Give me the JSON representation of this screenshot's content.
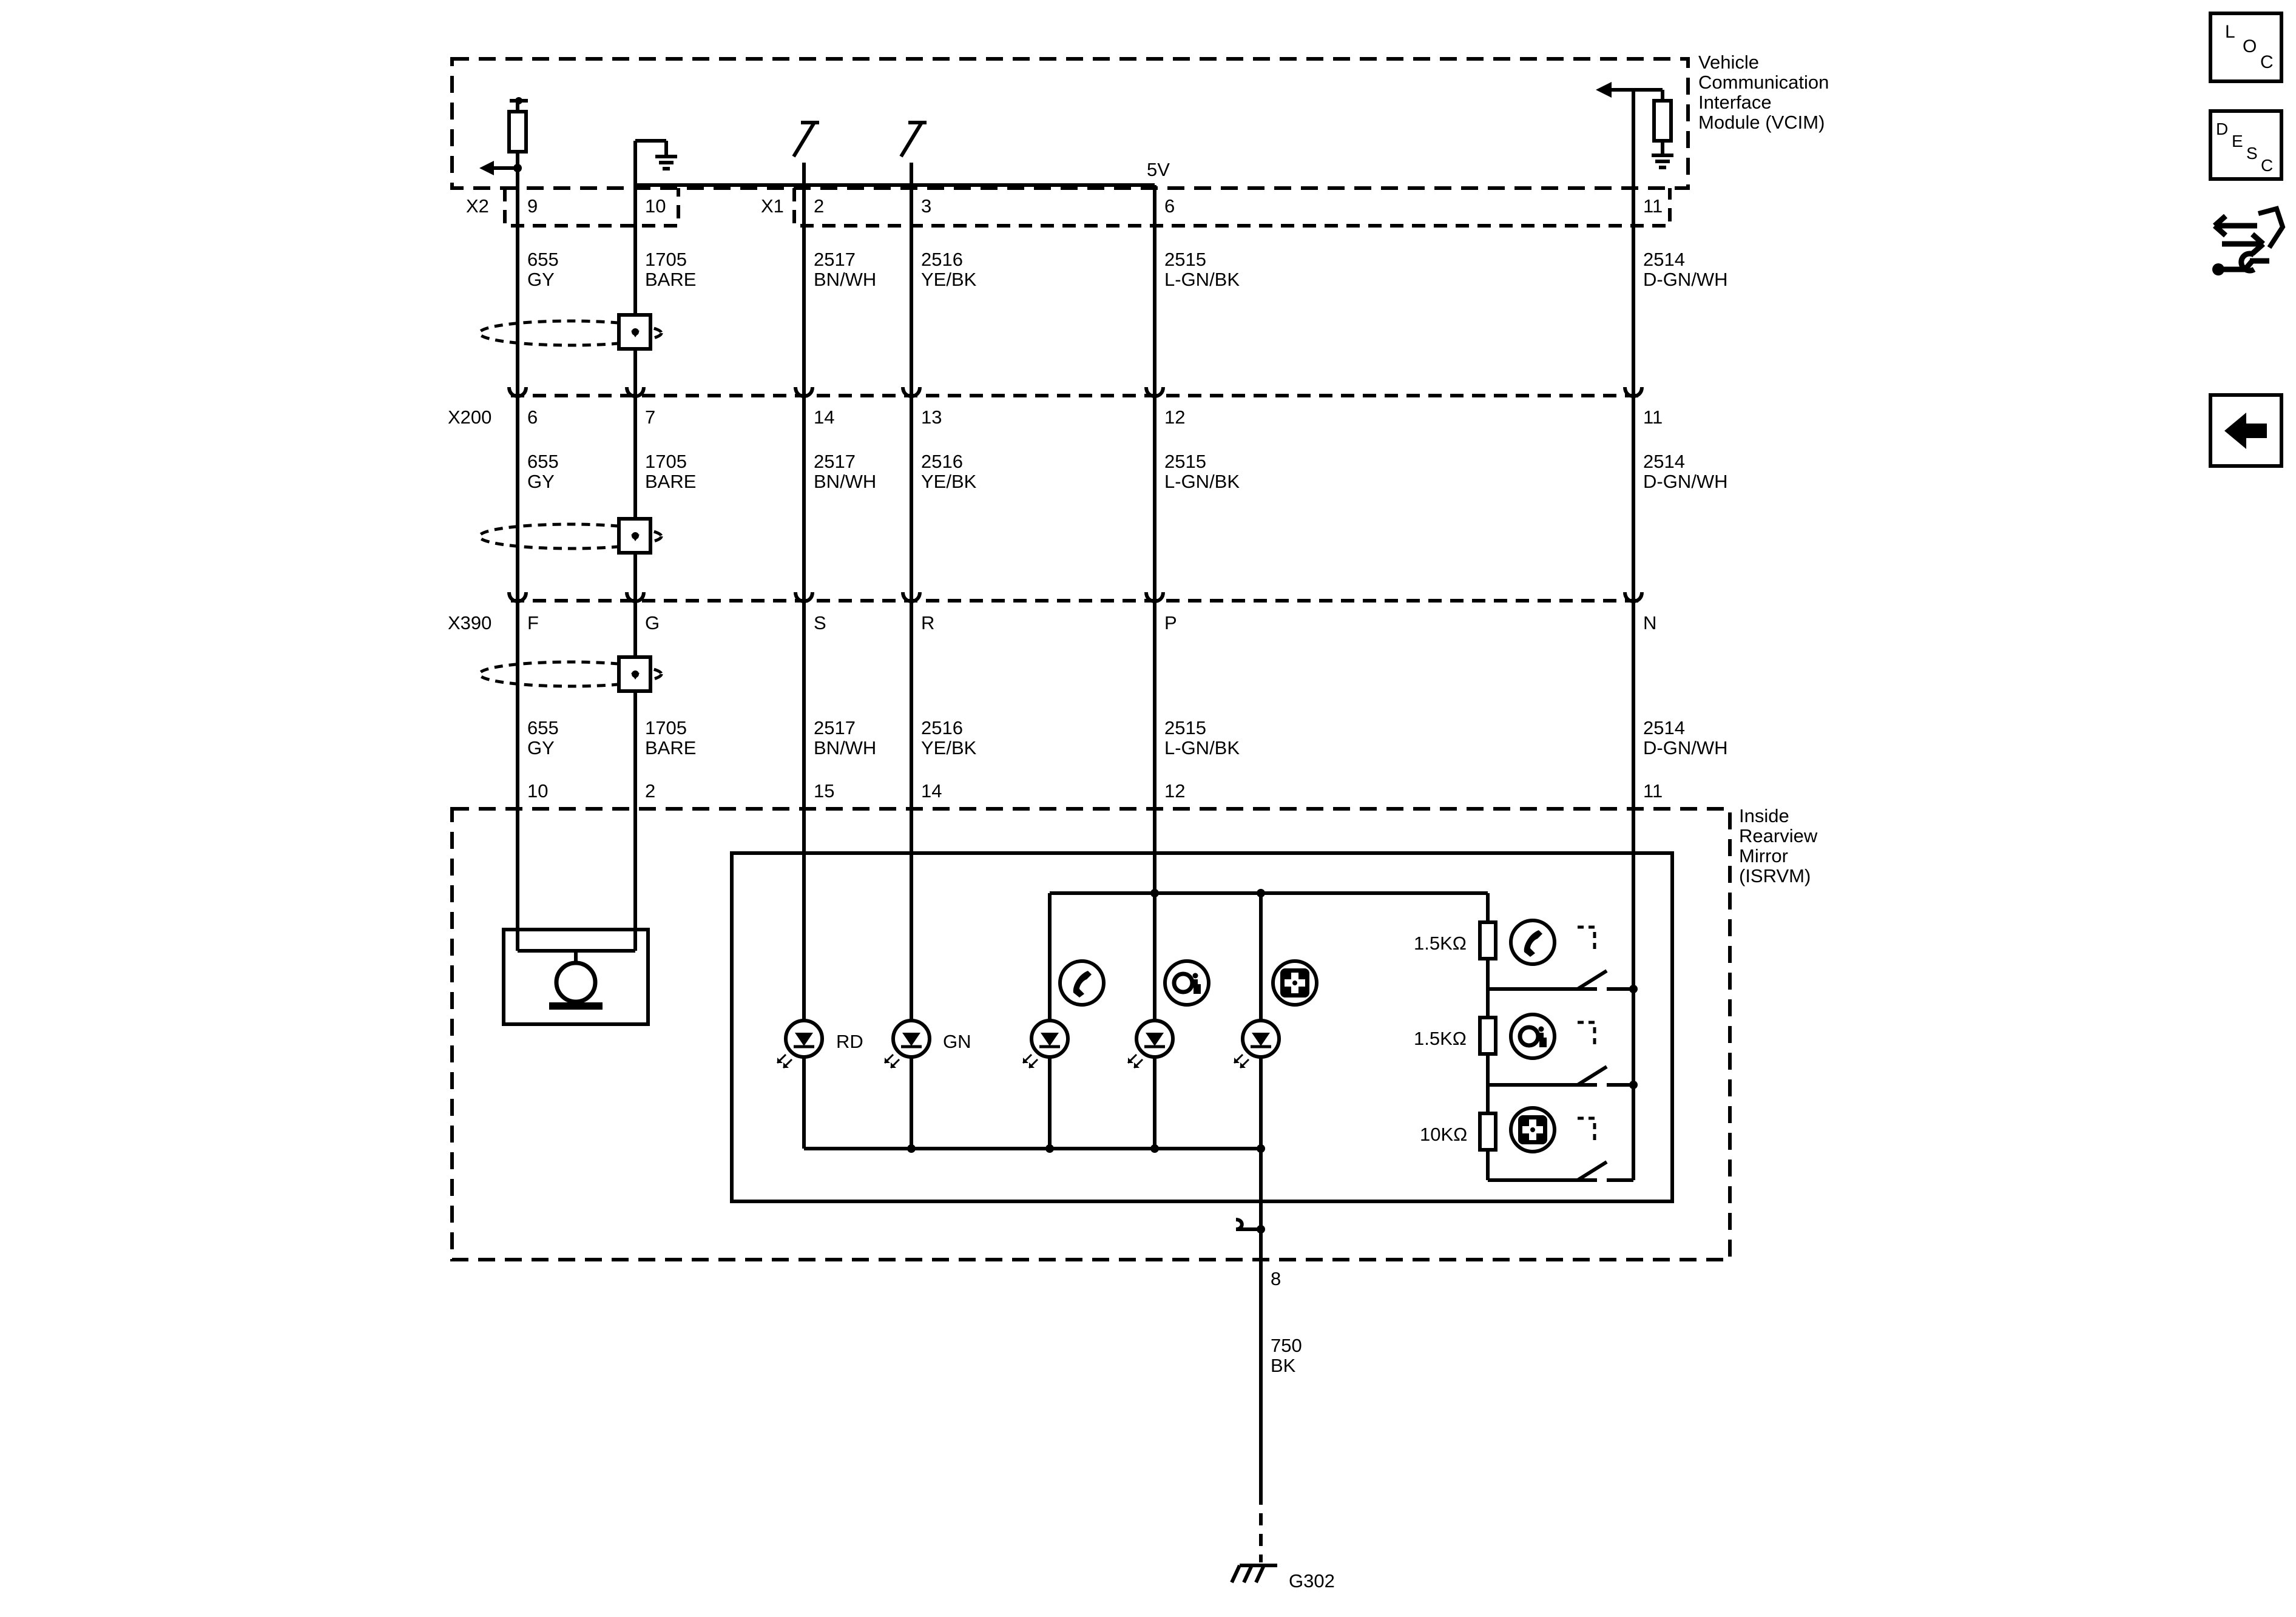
{
  "vcim": {
    "name_lines": [
      "Vehicle",
      "Communication",
      "Interface",
      "Module (VCIM)"
    ],
    "connector_x2": "X2",
    "connector_x1": "X1",
    "voltage": "5V"
  },
  "isrvm": {
    "name_lines": [
      "Inside",
      "Rearview",
      "Mirror",
      "(ISRVM)"
    ],
    "led_red": "RD",
    "led_green": "GN",
    "resistor_1": "1.5KΩ",
    "resistor_2": "1.5KΩ",
    "resistor_3": "10KΩ"
  },
  "connectors": {
    "x200": "X200",
    "x390": "X390"
  },
  "circuits": [
    {
      "id": "c655",
      "circuit": "655",
      "color": "GY",
      "vcim_pin": "9",
      "x200_pin": "6",
      "x390_pin": "F",
      "mirror_pin": "10"
    },
    {
      "id": "c1705",
      "circuit": "1705",
      "color": "BARE",
      "vcim_pin": "10",
      "x200_pin": "7",
      "x390_pin": "G",
      "mirror_pin": "2"
    },
    {
      "id": "c2517",
      "circuit": "2517",
      "color": "BN/WH",
      "vcim_pin": "2",
      "x200_pin": "14",
      "x390_pin": "S",
      "mirror_pin": "15"
    },
    {
      "id": "c2516",
      "circuit": "2516",
      "color": "YE/BK",
      "vcim_pin": "3",
      "x200_pin": "13",
      "x390_pin": "R",
      "mirror_pin": "14"
    },
    {
      "id": "c2515",
      "circuit": "2515",
      "color": "L-GN/BK",
      "vcim_pin": "6",
      "x200_pin": "12",
      "x390_pin": "P",
      "mirror_pin": "12"
    },
    {
      "id": "c2514",
      "circuit": "2514",
      "color": "D-GN/WH",
      "vcim_pin": "11",
      "x200_pin": "11",
      "x390_pin": "N",
      "mirror_pin": "11"
    }
  ],
  "ground": {
    "pin": "8",
    "circuit": "750",
    "color": "BK",
    "label": "G302"
  },
  "nav": {
    "loc": [
      "L",
      "O",
      "C"
    ],
    "desc": [
      "D",
      "E",
      "S",
      "C"
    ],
    "icons": [
      "loc-button-icon",
      "desc-button-icon",
      "connector-wrench-icon",
      "back-arrow-icon"
    ]
  }
}
